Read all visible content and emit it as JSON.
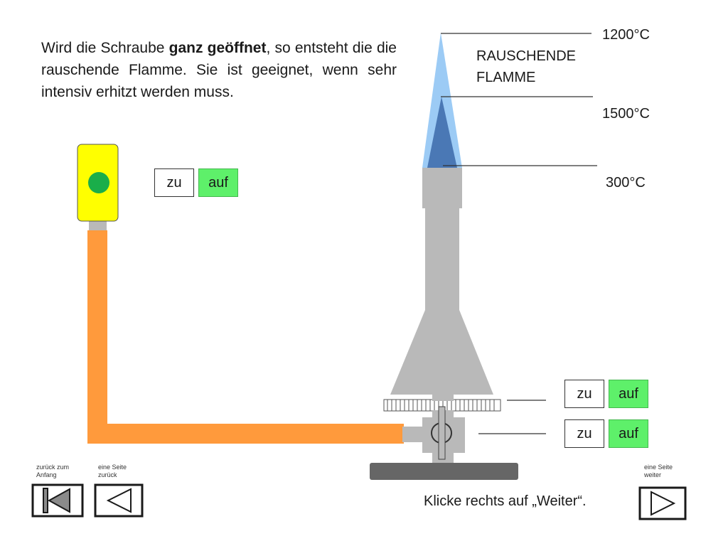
{
  "intro": {
    "part1": "Wird die Schraube ",
    "bold": "ganz geöffnet",
    "part2": ", so entsteht die die rauschende Flamme. Sie ist geeignet, wenn sehr intensiv erhitzt werden muss."
  },
  "flame": {
    "temp_top": "1200°C",
    "name_line1": "RAUSCHENDE",
    "name_line2": "FLAMME",
    "temp_middle": "1500°C",
    "temp_base": "300°C"
  },
  "gas_valve": {
    "closed_label": "zu",
    "open_label": "auf"
  },
  "air_screw": {
    "closed_label": "zu",
    "open_label": "auf"
  },
  "gas_screw": {
    "closed_label": "zu",
    "open_label": "auf"
  },
  "nav": {
    "start_line1": "zurück zum",
    "start_line2": "Anfang",
    "back_line1": "eine Seite",
    "back_line2": "zurück",
    "next_line1": "eine Seite",
    "next_line2": "weiter"
  },
  "instruction": "Klicke rechts auf „Weiter“.",
  "colors": {
    "hose": "#ff9a3c",
    "burner_metal": "#b9b9b9",
    "outer_flame": "#9ccbf5",
    "inner_flame": "#4a78b5",
    "valve_box": "#ffff00",
    "valve_indicator": "#1aae4a",
    "open_button": "#5ef06a"
  }
}
